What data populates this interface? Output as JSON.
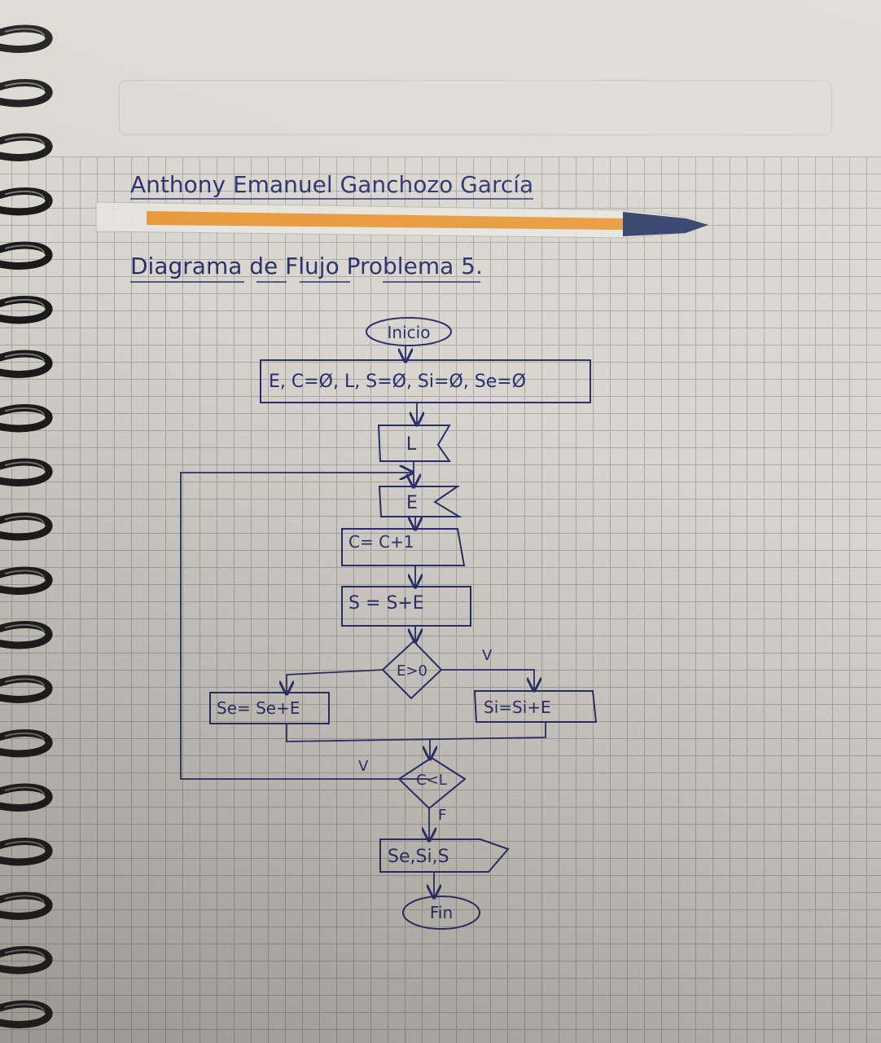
{
  "author_name": "Anthony Emanuel Ganchozo García",
  "sheet_title": "Diagrama de Flujo Problema 5.",
  "nodes": {
    "start": "Inicio",
    "init": "E, C=Ø, L, S=Ø, Si=Ø, Se=Ø",
    "input_l": "L",
    "input_e": "E",
    "counter": "C= C+1",
    "sum": "S = S+E",
    "decision_e": "E>0",
    "branch_false": "Se= Se+E",
    "branch_true": "Si=Si+E",
    "decision_c": "C<L",
    "output": "Se,Si,S",
    "end": "Fin"
  },
  "edge_labels": {
    "decision_e_true": "V",
    "decision_c_true": "V",
    "decision_c_false": "F"
  },
  "colors": {
    "ink": "#2a2d6e",
    "grid": "#a9a9a6",
    "paper": "#d8d5ce",
    "pen_orange": "#e8993a"
  }
}
